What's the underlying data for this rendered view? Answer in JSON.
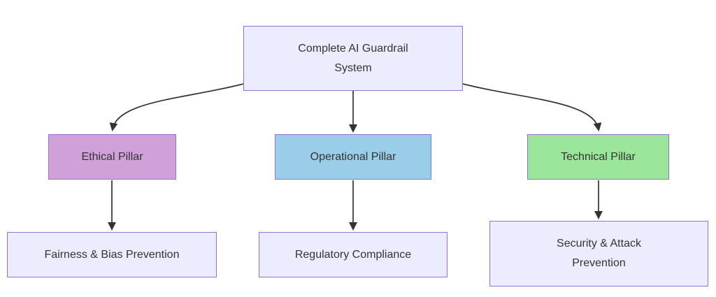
{
  "diagram": {
    "type": "flowchart",
    "direction": "top-down",
    "nodes": {
      "root": {
        "lines": [
          "Complete AI Guardrail",
          "System"
        ],
        "fill": "#ECECFF",
        "stroke": "#9370DB"
      },
      "ethical": {
        "lines": [
          "Ethical Pillar"
        ],
        "fill": "#D0A0D8",
        "stroke": "#9370DB"
      },
      "operational": {
        "lines": [
          "Operational Pillar"
        ],
        "fill": "#9ACDE8",
        "stroke": "#9370DB"
      },
      "technical": {
        "lines": [
          "Technical Pillar"
        ],
        "fill": "#9BE69B",
        "stroke": "#9370DB"
      },
      "fairness": {
        "lines": [
          "Fairness & Bias Prevention"
        ],
        "fill": "#ECECFF",
        "stroke": "#9370DB"
      },
      "regulatory": {
        "lines": [
          "Regulatory Compliance"
        ],
        "fill": "#ECECFF",
        "stroke": "#9370DB"
      },
      "security": {
        "lines": [
          "Security & Attack",
          "Prevention"
        ],
        "fill": "#ECECFF",
        "stroke": "#9370DB"
      }
    },
    "edges": [
      {
        "from": "Complete AI Guardrail System",
        "to": "Ethical Pillar"
      },
      {
        "from": "Complete AI Guardrail System",
        "to": "Operational Pillar"
      },
      {
        "from": "Complete AI Guardrail System",
        "to": "Technical Pillar"
      },
      {
        "from": "Ethical Pillar",
        "to": "Fairness & Bias Prevention"
      },
      {
        "from": "Operational Pillar",
        "to": "Regulatory Compliance"
      },
      {
        "from": "Technical Pillar",
        "to": "Security & Attack Prevention"
      }
    ],
    "colors": {
      "edge": "#333333",
      "text": "#333333",
      "background": "#ffffff"
    }
  }
}
